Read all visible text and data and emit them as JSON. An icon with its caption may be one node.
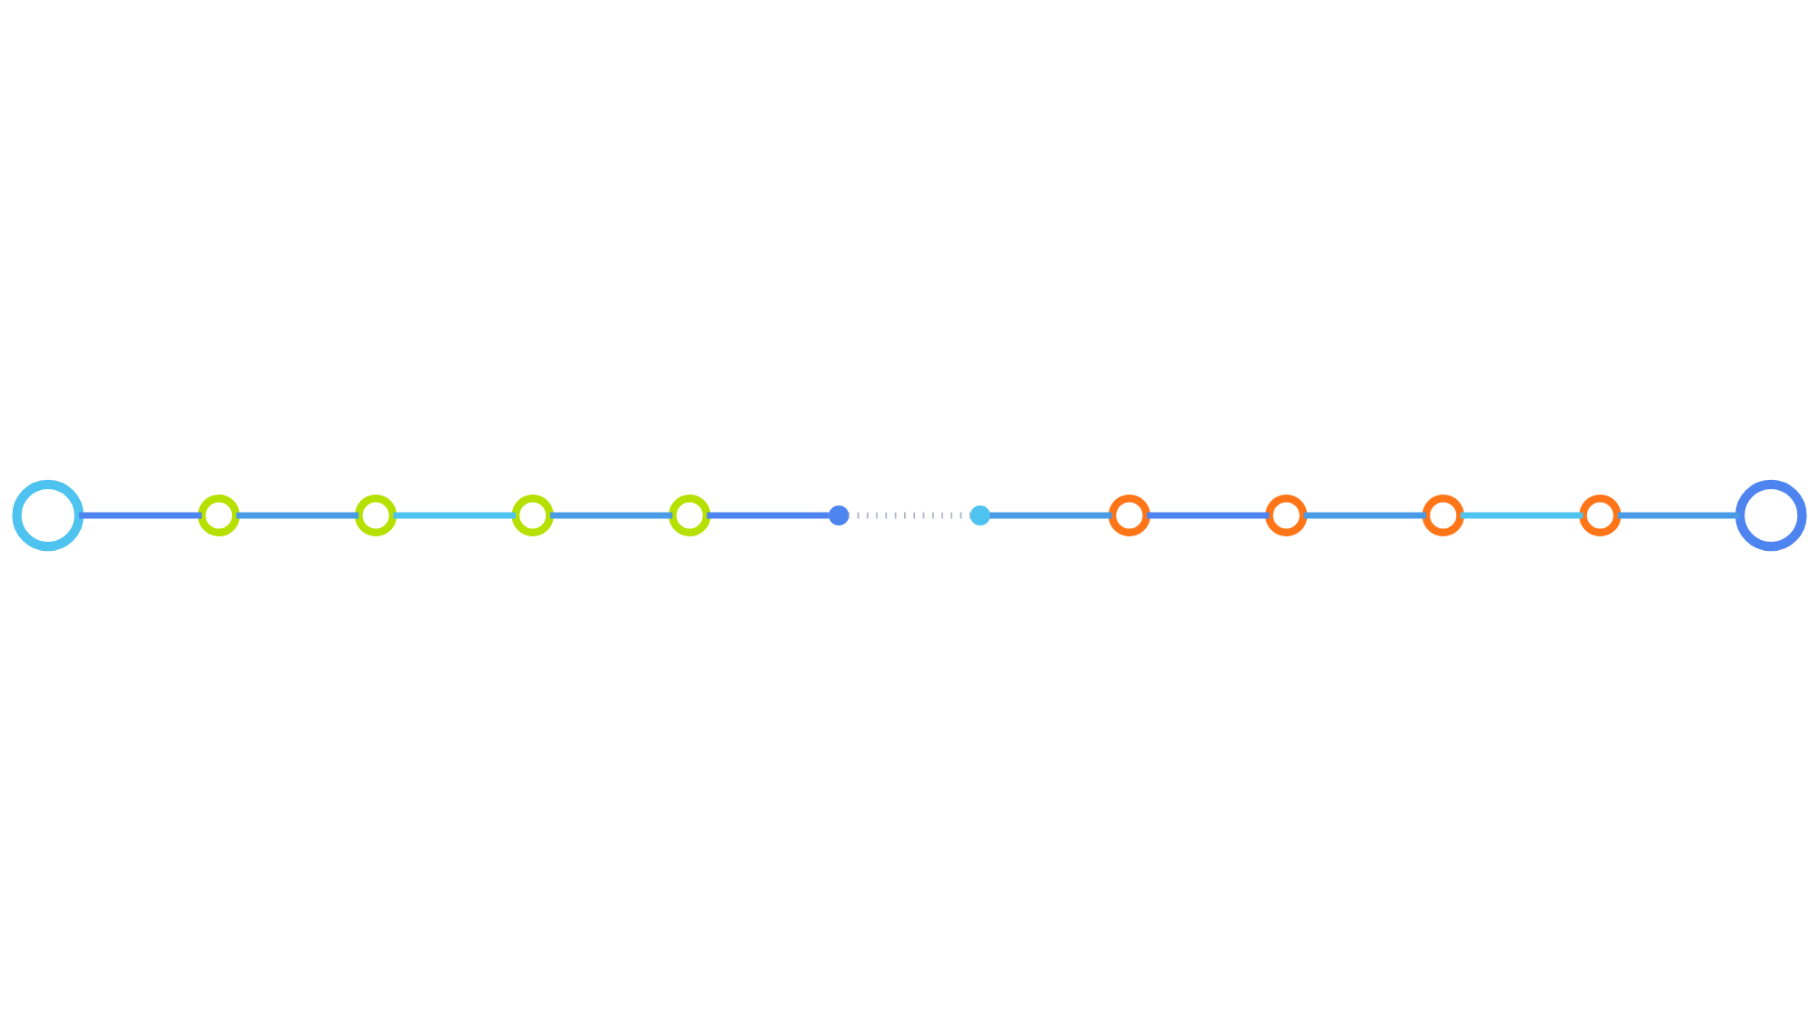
{
  "diagram": {
    "nodes": [
      {
        "text": [],
        "shape": "circle"
      },
      {
        "text": [],
        "shape": "circle"
      },
      {
        "text": [],
        "shape": "circle"
      },
      {
        "text": [],
        "shape": "circle"
      },
      {
        "text": [],
        "shape": "circle"
      },
      {
        "text": [],
        "shape": "circle"
      },
      {
        "text": [],
        "shape": "circle"
      },
      {
        "text": [],
        "shape": "circle"
      },
      {
        "text": [],
        "shape": "circle"
      },
      {
        "text": [],
        "shape": "circle"
      },
      {
        "text": [],
        "shape": "circle"
      },
      {
        "text": [],
        "shape": "circle"
      }
    ],
    "edges": [
      {
        "from": 0,
        "to": 1,
        "arrow": "none",
        "color": "#4d84f0"
      },
      {
        "from": 1,
        "to": 2,
        "arrow": "none"
      },
      {
        "from": 2,
        "to": 3,
        "arrow": "none",
        "color": "#4dc3f0"
      },
      {
        "from": 3,
        "to": 4,
        "arrow": "none"
      },
      {
        "from": 4,
        "to": 5,
        "arrow": "none",
        "color": "#4d84f0"
      },
      {
        "from": 5,
        "to": 6,
        "arrow": "none",
        "style": "dashed",
        "color": "#aab4c8"
      },
      {
        "from": 6,
        "to": 7,
        "arrow": "none"
      },
      {
        "from": 7,
        "to": 8,
        "arrow": "none",
        "color": "#4d84f0"
      },
      {
        "from": 8,
        "to": 9,
        "arrow": "none"
      },
      {
        "from": 9,
        "to": 10,
        "arrow": "none",
        "color": "#4dc3f0"
      },
      {
        "from": 10,
        "to": 11,
        "arrow": "none"
      }
    ]
  }
}
